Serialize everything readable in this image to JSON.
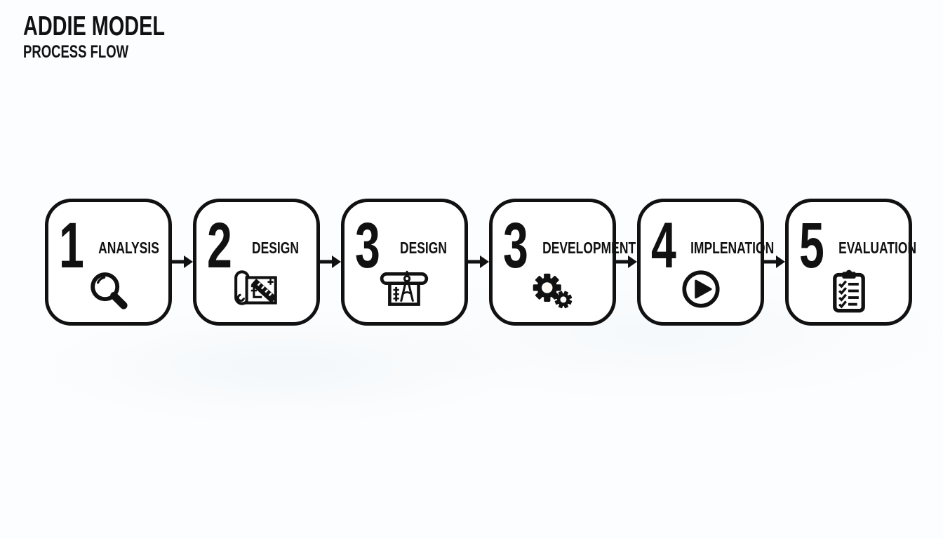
{
  "title": {
    "heading": "ADDIE MODEL",
    "subheading": "PROCESS FLOW"
  },
  "steps": [
    {
      "number": "1",
      "label": "ANALYSIS",
      "icon": "magnifier-icon"
    },
    {
      "number": "2",
      "label": "DESIGN",
      "icon": "blueprint-ruler-icon"
    },
    {
      "number": "3",
      "label": "DESIGN",
      "icon": "drafting-compass-icon"
    },
    {
      "number": "3",
      "label": "DEVELOPMENT",
      "icon": "gears-icon"
    },
    {
      "number": "4",
      "label": "IMPLENATION",
      "icon": "play-icon"
    },
    {
      "number": "5",
      "label": "EVALUATION",
      "icon": "clipboard-checklist-icon"
    }
  ],
  "colors": {
    "ink": "#111111",
    "background": "#fcfdfe"
  }
}
